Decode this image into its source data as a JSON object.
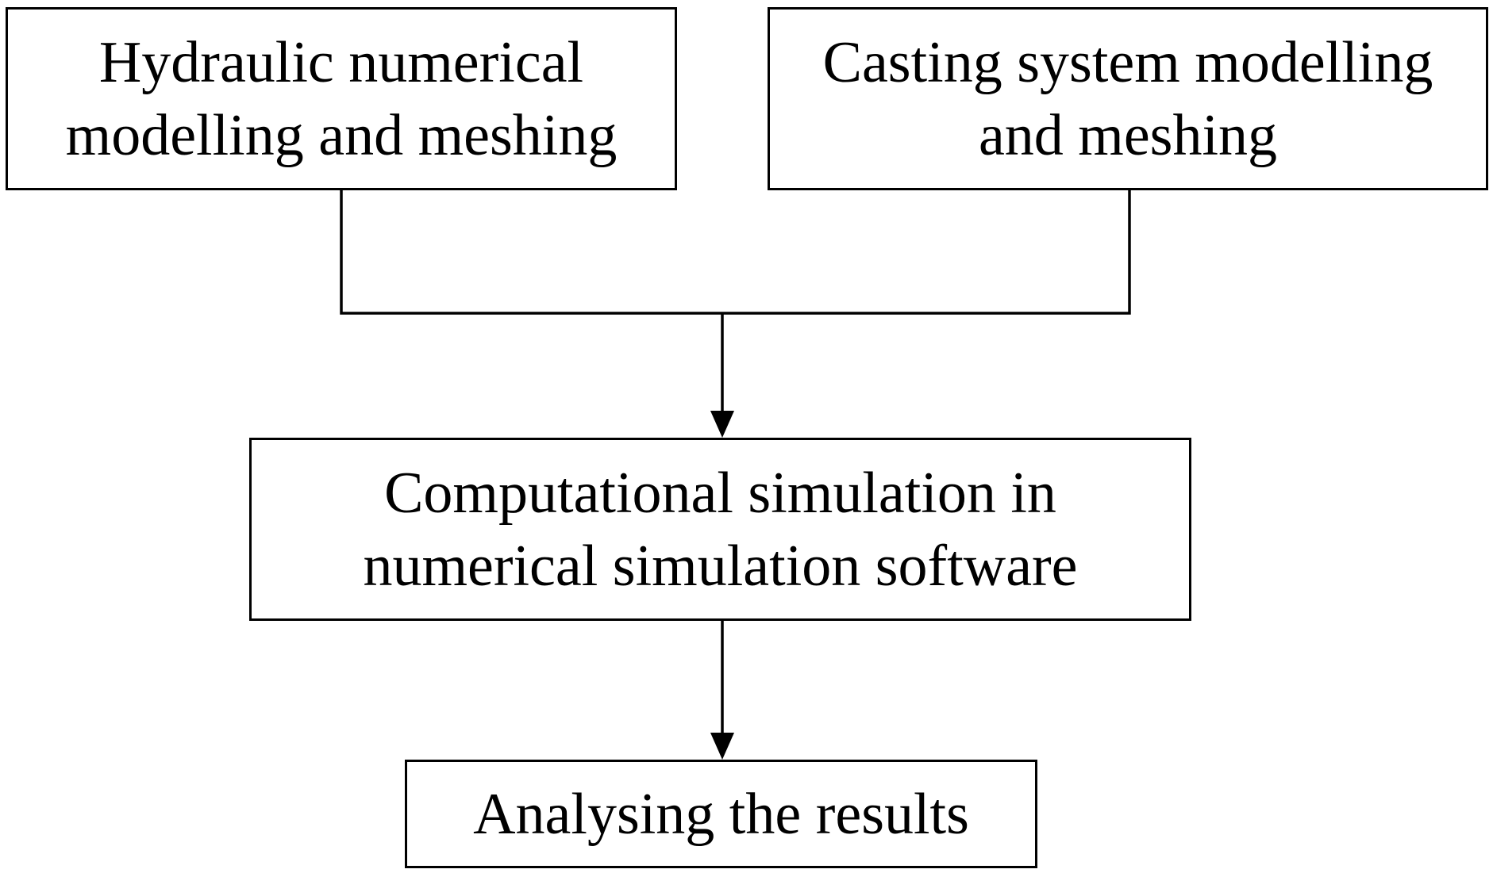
{
  "diagram": {
    "nodes": {
      "hydraulic": {
        "line1": "Hydraulic numerical",
        "line2": "modelling and meshing"
      },
      "casting": {
        "line1": "Casting system modelling",
        "line2": "and meshing"
      },
      "computation": {
        "line1": "Computational simulation in",
        "line2": "numerical simulation software"
      },
      "analysis": {
        "line1": "Analysing the results"
      }
    },
    "edges": [
      {
        "from": "hydraulic",
        "to": "computation"
      },
      {
        "from": "casting",
        "to": "computation"
      },
      {
        "from": "computation",
        "to": "analysis"
      }
    ],
    "colors": {
      "stroke": "#000000",
      "fill": "#ffffff"
    }
  }
}
